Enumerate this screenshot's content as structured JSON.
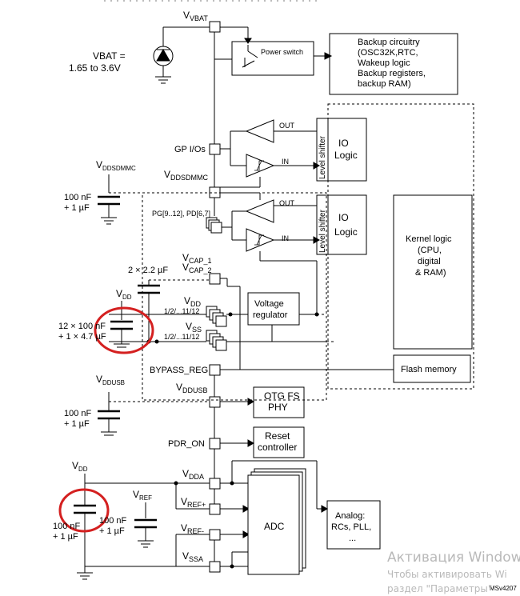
{
  "pins": {
    "vbat": "VBAT",
    "gpio": "GP I/Os",
    "vddsdmmc": "DDSDMMC",
    "pg_pd": "PG[9..12], PD[6,7]",
    "vcap1": "CAP_1",
    "vcap2": "CAP_2",
    "vdd": "DD",
    "vdd_range": "1/2/...11/12",
    "vss": "SS",
    "vss_range": "1/2/...11/12",
    "bypass_reg": "BYPASS_REG",
    "vddusb": "DDUSB",
    "pdr_on": "PDR_ON",
    "vdda": "DDA",
    "vref_plus": "REF+",
    "vref_minus": "REF-",
    "vssa": "SSA"
  },
  "left_labels": {
    "vbat_range_1": "VBAT =",
    "vbat_range_2": "1.65 to 3.6V",
    "vddsdmmc_name": "DDSDMMC",
    "vddsdmmc_cap_1": "100 nF",
    "vddsdmmc_cap_2": "+ 1 µF",
    "vcap_cap": "2 × 2.2 µF",
    "vdd_name": "DD",
    "vdd_cap_1": "12 × 100 nF",
    "vdd_cap_2": "+ 1 × 4.7 µF",
    "vddusb_name": "DDUSB",
    "vddusb_cap_1": "100 nF",
    "vddusb_cap_2": "+ 1 µF",
    "vdda_name": "DD",
    "vref_name": "REF",
    "adc_cap_left_1": "100 nF",
    "adc_cap_left_2": "+ 1 µF",
    "adc_cap_right_1": "100 nF",
    "adc_cap_right_2": "+ 1 µF"
  },
  "blocks": {
    "power_switch": "Power switch",
    "backup": [
      "Backup circuitry",
      "(OSC32K,RTC,",
      "Wakeup logic",
      "Backup registers,",
      "backup RAM)"
    ],
    "io_logic_1": [
      "IO",
      "Logic"
    ],
    "io_logic_2": [
      "IO",
      "Logic"
    ],
    "level_shifter_1": "Level shifter",
    "level_shifter_2": "Level shifter",
    "kernel": [
      "Kernel logic",
      "(CPU,",
      "digital",
      "& RAM)"
    ],
    "voltage_regulator": [
      "Voltage",
      "regulator"
    ],
    "flash": "Flash memory",
    "otg": [
      "OTG FS",
      "PHY"
    ],
    "reset": [
      "Reset",
      "controller"
    ],
    "adc": "ADC",
    "analog": [
      "Analog:",
      "RCs, PLL,",
      "..."
    ],
    "out_1": "OUT",
    "in_1": "IN",
    "out_2": "OUT",
    "in_2": "IN"
  },
  "figure_id": "MSv4207",
  "watermark": {
    "line1": "Активация Window",
    "line2": "Чтобы активировать Wi",
    "line3": "раздел \"Параметры\""
  }
}
